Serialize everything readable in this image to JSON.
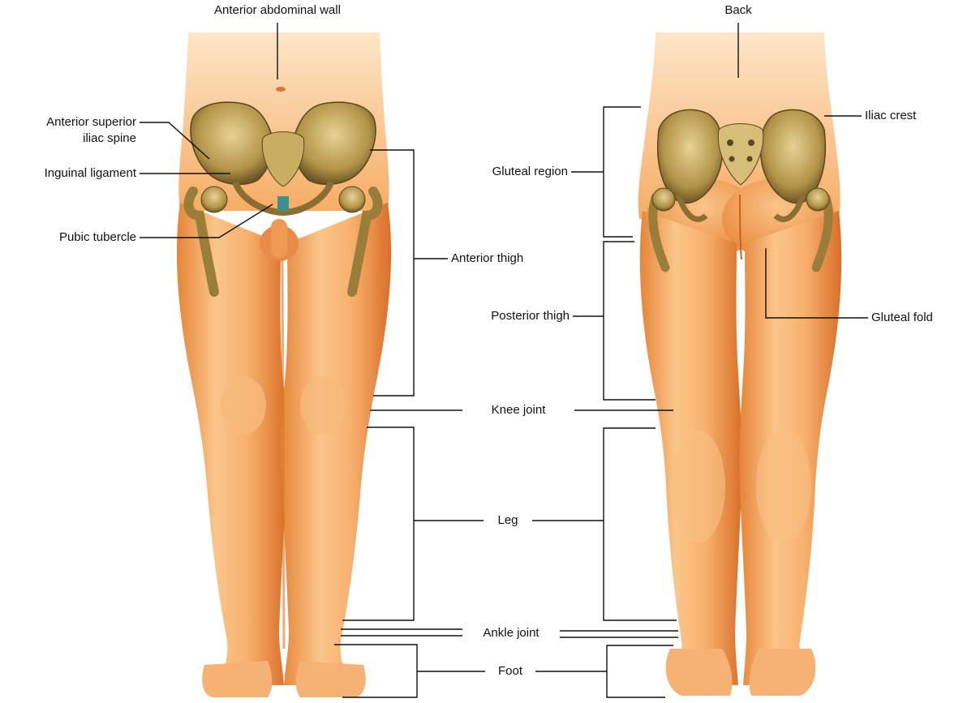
{
  "colors": {
    "skin_light": "#fbc98e",
    "skin_mid": "#f5a35b",
    "skin_shadow": "#e27d33",
    "skin_deep": "#c8611f",
    "bone_light": "#d9c27a",
    "bone_dark": "#6b5524",
    "ligament": "#3f8f8f",
    "leader_line": "#111111",
    "text": "#111111"
  },
  "labels": {
    "anterior_abdominal_wall": "Anterior abdominal wall",
    "back": "Back",
    "anterior_superior_iliac_spine_1": "Anterior superior",
    "anterior_superior_iliac_spine_2": "iliac spine",
    "inguinal_ligament": "Inguinal ligament",
    "pubic_tubercle": "Pubic tubercle",
    "iliac_crest": "Iliac crest",
    "gluteal_region": "Gluteal region",
    "anterior_thigh": "Anterior thigh",
    "posterior_thigh": "Posterior thigh",
    "gluteal_fold": "Gluteal fold",
    "knee_joint": "Knee joint",
    "leg": "Leg",
    "ankle_joint": "Ankle joint",
    "foot": "Foot"
  }
}
